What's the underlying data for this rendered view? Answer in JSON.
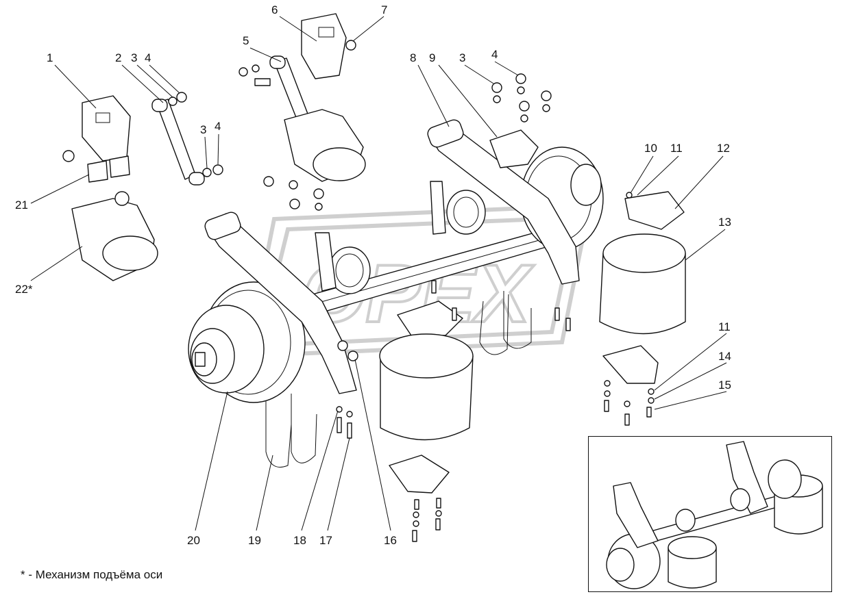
{
  "watermark": "OPEX",
  "footnote": "* - Механизм подъёма оси",
  "callouts": [
    {
      "id": "1",
      "label": "1"
    },
    {
      "id": "2",
      "label": "2"
    },
    {
      "id": "3a",
      "label": "3"
    },
    {
      "id": "4a",
      "label": "4"
    },
    {
      "id": "3b",
      "label": "3"
    },
    {
      "id": "4b",
      "label": "4"
    },
    {
      "id": "5",
      "label": "5"
    },
    {
      "id": "6",
      "label": "6"
    },
    {
      "id": "7",
      "label": "7"
    },
    {
      "id": "8",
      "label": "8"
    },
    {
      "id": "9",
      "label": "9"
    },
    {
      "id": "3c",
      "label": "3"
    },
    {
      "id": "4c",
      "label": "4"
    },
    {
      "id": "10",
      "label": "10"
    },
    {
      "id": "11a",
      "label": "11"
    },
    {
      "id": "12",
      "label": "12"
    },
    {
      "id": "13",
      "label": "13"
    },
    {
      "id": "11b",
      "label": "11"
    },
    {
      "id": "14",
      "label": "14"
    },
    {
      "id": "15",
      "label": "15"
    },
    {
      "id": "16",
      "label": "16"
    },
    {
      "id": "17",
      "label": "17"
    },
    {
      "id": "18",
      "label": "18"
    },
    {
      "id": "19",
      "label": "19"
    },
    {
      "id": "20",
      "label": "20"
    },
    {
      "id": "21",
      "label": "21"
    },
    {
      "id": "22",
      "label": "22*"
    }
  ]
}
